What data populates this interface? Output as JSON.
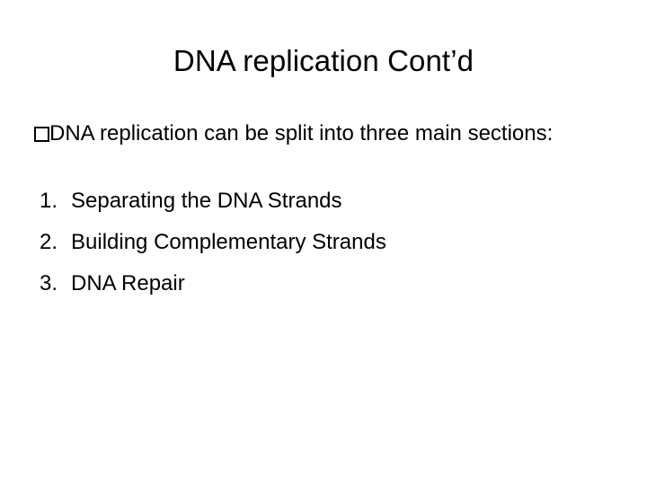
{
  "slide": {
    "title": "DNA replication Cont’d",
    "background_color": "#ffffff",
    "text_color": "#000000",
    "body": {
      "bullet": {
        "glyph_name": "missing-glyph-box",
        "text": "DNA replication can be split into three main sections:"
      },
      "numbered_list": [
        {
          "number": "1.",
          "text": "Separating the DNA Strands"
        },
        {
          "number": "2.",
          "text": "Building Complementary Strands"
        },
        {
          "number": "3.",
          "text": "DNA Repair"
        }
      ]
    }
  }
}
